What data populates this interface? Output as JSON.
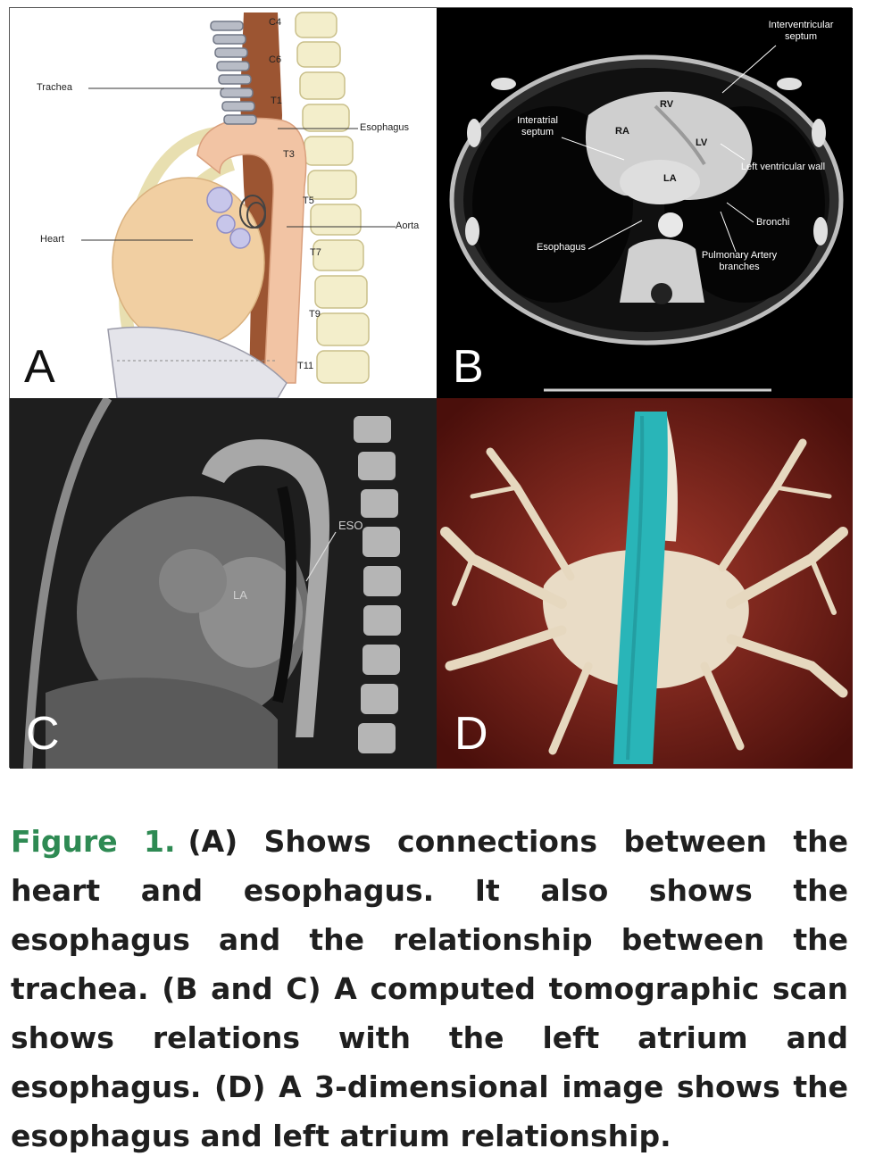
{
  "panels": {
    "a": {
      "letter": "A",
      "labels": {
        "trachea": "Trachea",
        "heart": "Heart",
        "esophagus": "Esophagus",
        "aorta": "Aorta",
        "c4": "C4",
        "c6": "C6",
        "t1": "T1",
        "t3": "T3",
        "t5": "T5",
        "t7": "T7",
        "t9": "T9",
        "t11": "T11"
      }
    },
    "b": {
      "letter": "B",
      "labels": {
        "interventricular_septum": "Interventricular septum",
        "rv": "RV",
        "interatrial_septum": "Interatrial septum",
        "ra": "RA",
        "lv": "LV",
        "left_ventricular_wall": "Left ventricular wall",
        "la": "LA",
        "bronchi": "Bronchi",
        "esophagus": "Esophagus",
        "pulmonary_artery_branches": "Pulmonary Artery branches"
      }
    },
    "c": {
      "letter": "C",
      "labels": {
        "eso": "ESO",
        "la": "LA"
      }
    },
    "d": {
      "letter": "D"
    }
  },
  "caption": {
    "label": "Figure 1.",
    "text": "(A) Shows connections between the heart and esophagus. It also shows the esophagus and the relationship between the trachea. (B and C) A computed tomographic scan shows relations with the left atrium and esophagus. (D) A 3-dimensional image shows the esophagus and left atrium relationship."
  },
  "colors": {
    "caption_label": "#2e8a53",
    "caption_text": "#1f1f1f",
    "esophagus_3d": "#29b5b8"
  }
}
